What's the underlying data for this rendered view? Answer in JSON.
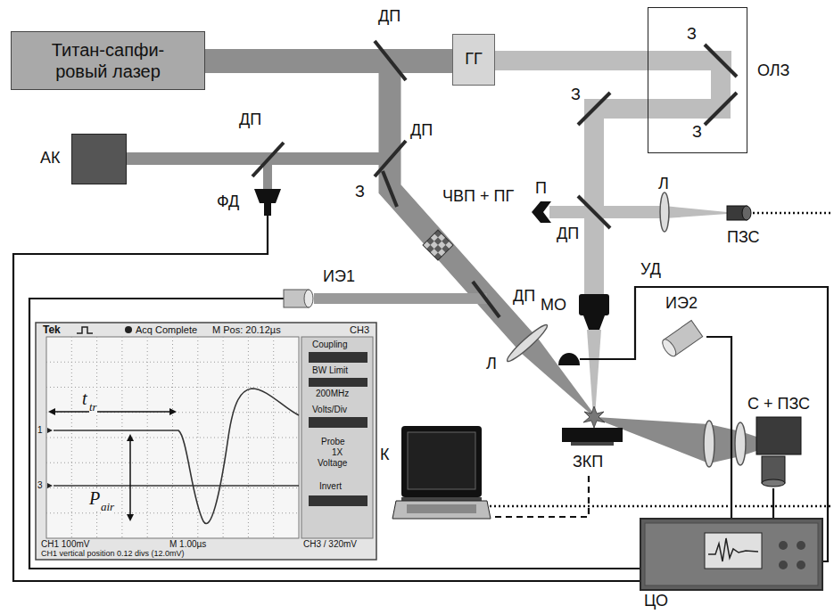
{
  "diagram": {
    "nodes": [
      {
        "text": [
          "Титан-сапфи- ровый лазер"
        ]
      },
      {
        "text": [
          "ГГ"
        ]
      },
      {
        "text": [
          "ОЛЗ"
        ]
      },
      {
        "text": [
          "АК"
        ]
      },
      {
        "text": [
          "ФД"
        ]
      },
      {
        "text": [
          "П"
        ]
      },
      {
        "text": [
          "ПЗС"
        ]
      },
      {
        "text": [
          "ЧВП + ПГ"
        ]
      },
      {
        "text": [
          "ИЭ1"
        ]
      },
      {
        "text": [
          "МО"
        ]
      },
      {
        "text": [
          "УД"
        ]
      },
      {
        "text": [
          "ИЭ2"
        ]
      },
      {
        "text": [
          "С + ПЗС"
        ]
      },
      {
        "text": [
          "К"
        ]
      },
      {
        "text": [
          "ЗКП"
        ]
      },
      {
        "text": [
          "ЦО"
        ]
      }
    ],
    "edges": [
      {
        "from": 4,
        "to": 15,
        "arrow": "none"
      },
      {
        "from": 8,
        "to": 15,
        "arrow": "none"
      },
      {
        "from": 10,
        "to": 15,
        "arrow": "none"
      },
      {
        "from": 11,
        "to": 15,
        "arrow": "none"
      },
      {
        "from": 12,
        "to": 15,
        "arrow": "none"
      },
      {
        "from": 14,
        "to": 13,
        "arrow": "none"
      }
    ],
    "labels": [
      "ДП",
      "ДП",
      "ДП",
      "З",
      "ДП",
      "Л",
      "З",
      "З",
      "З",
      "ДП",
      "Л",
      "Tek",
      "Acq Complete",
      "M Pos: 20.12µs",
      "CH3",
      "Coupling",
      "BW Limit",
      "200MHz",
      "Volts/Div",
      "Probe",
      "1X",
      "Voltage",
      "Invert",
      "CH1 100mV",
      "M 1.00µs",
      "CH3 / 320mV",
      "CH1 vertical position 0.12 divs (12.0mV)",
      "1",
      "3",
      "t",
      "tr",
      "P",
      "air"
    ]
  }
}
